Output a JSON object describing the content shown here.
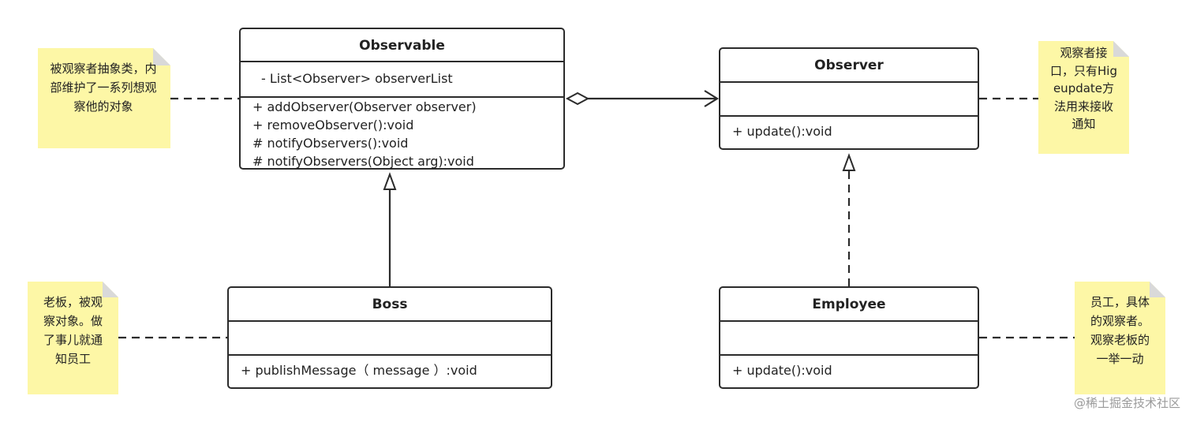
{
  "colors": {
    "line": "#2b2b2b",
    "note_fill": "#fdf7a6",
    "note_fold": "#d9d9d9",
    "class_fill": "#ffffff",
    "watermark": "#9a9a9a"
  },
  "classes": {
    "observable": {
      "name": "Observable",
      "attributes": [
        "- List<Observer> observerList"
      ],
      "operations": [
        "+ addObserver(Observer observer)",
        "+ removeObserver():void",
        "# notifyObservers():void",
        "# notifyObservers(Object arg):void"
      ]
    },
    "observer": {
      "name": "Observer",
      "attributes": [],
      "operations": [
        "+ update():void"
      ]
    },
    "boss": {
      "name": "Boss",
      "attributes": [],
      "operations": [
        "+ publishMessage（ message ）:void"
      ]
    },
    "employee": {
      "name": "Employee",
      "attributes": [],
      "operations": [
        "+ update():void"
      ]
    }
  },
  "notes": {
    "observable": "被观察者抽象类，内部维护了一系列想观察他的对象",
    "observer": "观察者接口，只有Higeupdate方法用来接收通知",
    "boss": "老板，被观察对象。做了事儿就通知员工",
    "employee": "员工，具体的观察者。观察老板的一举一动"
  },
  "relationships": [
    {
      "type": "aggregation",
      "from": "observable",
      "to": "observer"
    },
    {
      "type": "generalization",
      "from": "boss",
      "to": "observable"
    },
    {
      "type": "realization",
      "from": "employee",
      "to": "observer"
    }
  ],
  "watermark": "@稀土掘金技术社区"
}
